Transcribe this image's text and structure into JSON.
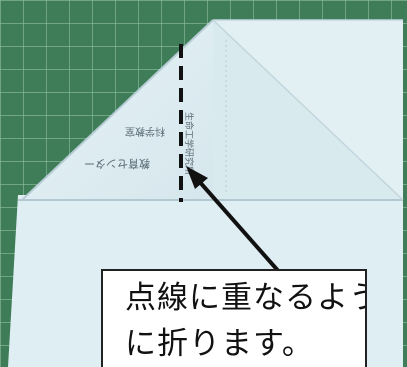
{
  "photo": {
    "colors": {
      "cutting_mat": "#3e7d57",
      "mat_grid": "#8ebea0",
      "paper": "#dfeef2",
      "paper_shadow": "#c2d4db",
      "dashed_line": "#111111",
      "arrow": "#111111"
    },
    "paper_printed_text": [
      "教育センター",
      "科学教室",
      "生命工学研究所"
    ]
  },
  "callout": {
    "line1": "点線に重なるよう",
    "line2": "に折ります。"
  }
}
